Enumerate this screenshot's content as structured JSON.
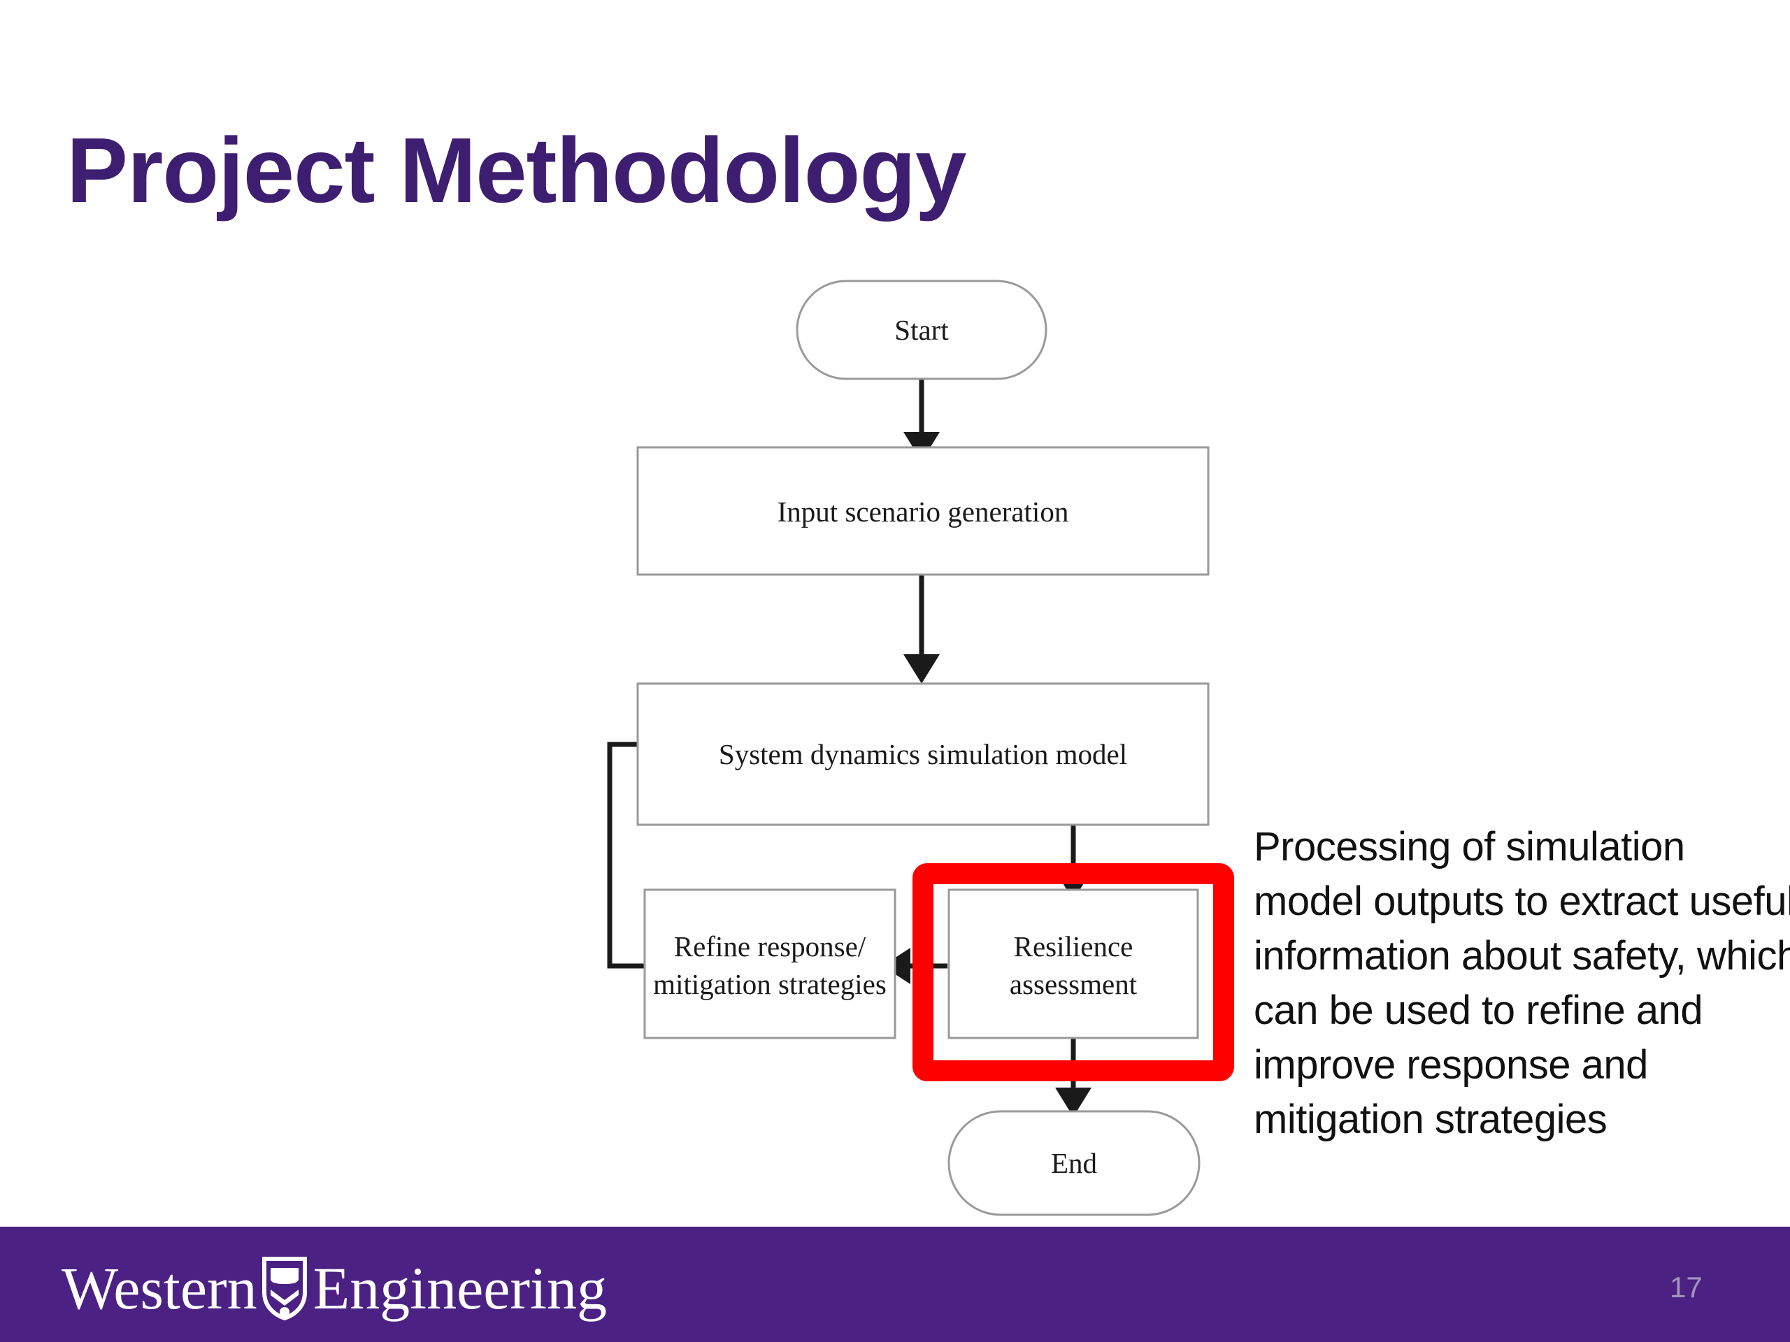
{
  "slide": {
    "title": "Project Methodology",
    "title_color": "#3d1e70",
    "background": "#ffffff"
  },
  "flowchart": {
    "nodes": [
      {
        "id": "start",
        "label": "Start",
        "shape": "stadium"
      },
      {
        "id": "input",
        "label": "Input scenario generation",
        "shape": "rect"
      },
      {
        "id": "sdmodel",
        "label": "System dynamics simulation model",
        "shape": "rect"
      },
      {
        "id": "refine",
        "label_line1": "Refine response/",
        "label_line2": "mitigation strategies",
        "shape": "rect"
      },
      {
        "id": "resilience",
        "label_line1": "Resilience",
        "label_line2": "assessment",
        "shape": "rect"
      },
      {
        "id": "end",
        "label": "End",
        "shape": "stadium"
      }
    ],
    "edges": [
      {
        "from": "start",
        "to": "input",
        "direction": "down"
      },
      {
        "from": "input",
        "to": "sdmodel",
        "direction": "down"
      },
      {
        "from": "sdmodel",
        "to": "resilience",
        "direction": "down"
      },
      {
        "from": "resilience",
        "to": "refine",
        "direction": "left"
      },
      {
        "from": "refine",
        "to": "sdmodel",
        "direction": "loop-back-left"
      },
      {
        "from": "resilience",
        "to": "end",
        "direction": "down"
      }
    ],
    "highlight": {
      "target": "resilience",
      "color": "#fe0000",
      "stroke_width": 30
    },
    "box_border_color": "#9a9a9a",
    "connector_color": "#1a1a1a"
  },
  "annotation": {
    "text": "Processing of simulation model outputs to extract useful information about safety, which can be used to refine and improve response and mitigation strategies"
  },
  "footer": {
    "background": "#4b2283",
    "wordmark_part1": "Western",
    "wordmark_part2": "Engineering",
    "shield_icon": "western-shield-crest-icon",
    "page_number": "17",
    "page_number_color": "#a294bd"
  }
}
